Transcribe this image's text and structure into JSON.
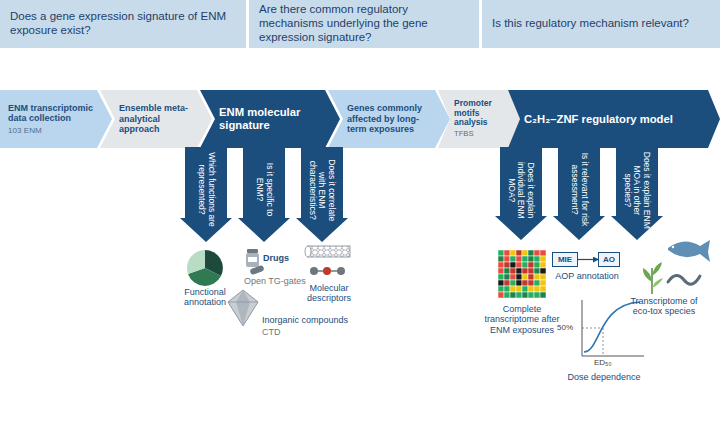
{
  "diagram": {
    "nodes": [
      {
        "text": [
          "Does a gene expression signature of ENM exposure exist?"
        ]
      },
      {
        "text": [
          "Are there common regulatory mechanisms underlying the gene expression signature?"
        ]
      },
      {
        "text": [
          "Is this regulatory mechanism relevant?"
        ]
      },
      {
        "text": [
          "ENM transcriptomic data collection",
          "103 ENM"
        ]
      },
      {
        "text": [
          "Ensemble meta-analytical approach"
        ]
      },
      {
        "text": [
          "ENM molecular signature"
        ]
      },
      {
        "text": [
          "Genes commonly affected by long-term exposures"
        ]
      },
      {
        "text": [
          "Promoter motifs analysis",
          "TFBS"
        ]
      },
      {
        "text": [
          "C₂H₂–ZNF regulatory model"
        ]
      },
      {
        "text": [
          "Which functions are represented?"
        ]
      },
      {
        "text": [
          "Is it specific to ENM?"
        ]
      },
      {
        "text": [
          "Does it correlate with ENM characteristics?"
        ]
      },
      {
        "text": [
          "Does it explain individual ENM MOA?"
        ]
      },
      {
        "text": [
          "Is it relevant for risk assessment?"
        ]
      },
      {
        "text": [
          "Does it explain ENM MOA in other species?"
        ]
      },
      {
        "text": [
          "MIE"
        ]
      },
      {
        "text": [
          "AO"
        ]
      }
    ],
    "edges": [
      {
        "from": 15,
        "to": 16,
        "arrow": "to"
      }
    ],
    "labels": [
      "Functional annotation",
      "Drugs",
      "Open TG-gates",
      "Inorganic compounds",
      "CTD",
      "Molecular descriptors",
      "Complete transcriptome after ENM exposures",
      "AOP annotation",
      "50%",
      "ED₅₀",
      "Dose dependence",
      "Transcriptome of eco-tox species"
    ]
  }
}
